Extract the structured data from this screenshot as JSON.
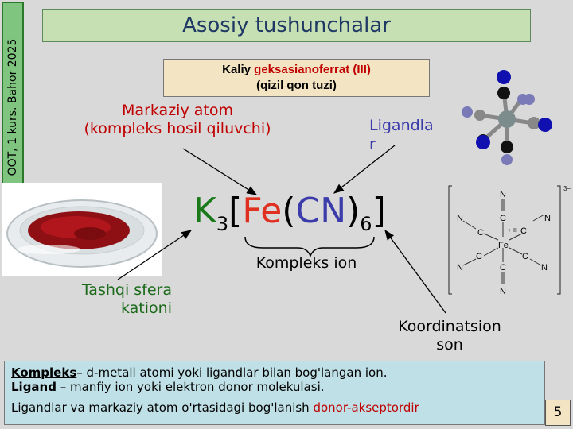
{
  "side_label": "OOT, 1 kurs. Bahor 2025",
  "title": "Asosiy tushunchalar",
  "compound": {
    "prefix": "Kaliy ",
    "name_highlight": "geksasianoferrat (III)",
    "common_name": "(qizil qon tuzi)"
  },
  "labels": {
    "central_atom_line1": "Markaziy atom",
    "central_atom_line2": "(kompleks hosil qiluvchi)",
    "ligands_line1": "Ligandla",
    "ligands_line2": "r",
    "complex_ion": "Kompleks ion",
    "outer_sphere_line1": "Tashqi sfera",
    "outer_sphere_line2": "kationi",
    "coord_line1": "Koordinatsion",
    "coord_line2": "son"
  },
  "formula": {
    "k": "K",
    "k_sub": "3",
    "open": "[",
    "fe": "Fe",
    "paren_open": "(",
    "cn": "CN",
    "paren_close": ")",
    "cn_sub": "6",
    "close": "]"
  },
  "structure": {
    "n": "N",
    "c": "C",
    "fe": "Fe",
    "charge": "3−",
    "oxidation": "+ III"
  },
  "definitions": {
    "term1": "Kompleks",
    "def1": "–  d-metall atomi yoki ligandlar bilan bog'langan ion.",
    "term2": "Ligand",
    "def2": " –  manfiy ion yoki elektron donor molekulasi.",
    "line3_prefix": "Ligandlar va markaziy atom o'rtasidagi bog'lanish ",
    "line3_highlight": "donor-akseptordir"
  },
  "page_number": "5",
  "colors": {
    "central_atom": "#c00000",
    "ligand": "#3b3baa",
    "potassium": "#1a7a1a",
    "iron": "#e03020"
  }
}
